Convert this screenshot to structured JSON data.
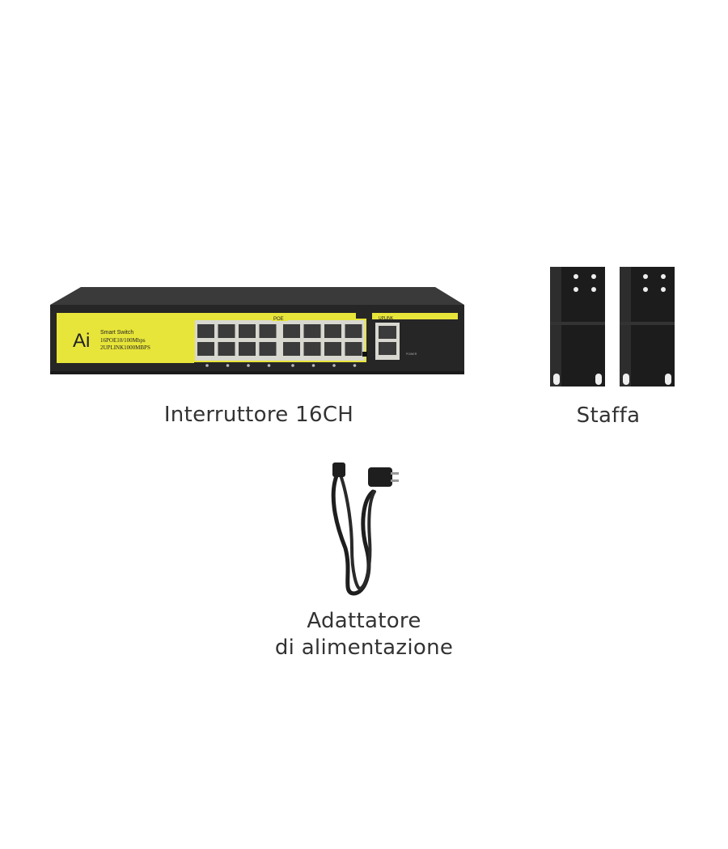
{
  "items": {
    "switch": {
      "caption": "Interruttore 16CH",
      "brand": "Ai",
      "spec_lines": [
        "Smart Switch",
        "16POE10/100Mbps",
        "2UPLINK1000MBPS"
      ],
      "poe_label": "POE",
      "uplink_label": "UPLINK",
      "power_label": "POWER",
      "port_count": 16,
      "uplink_count": 2,
      "accent_color": "#e8e53a",
      "body_color": "#2b2b2b"
    },
    "bracket": {
      "caption": "Staffa",
      "color": "#1c1c1c"
    },
    "adapter": {
      "caption_line1": "Adattatore",
      "caption_line2": "di alimentazione",
      "color": "#1e1e1e"
    }
  }
}
